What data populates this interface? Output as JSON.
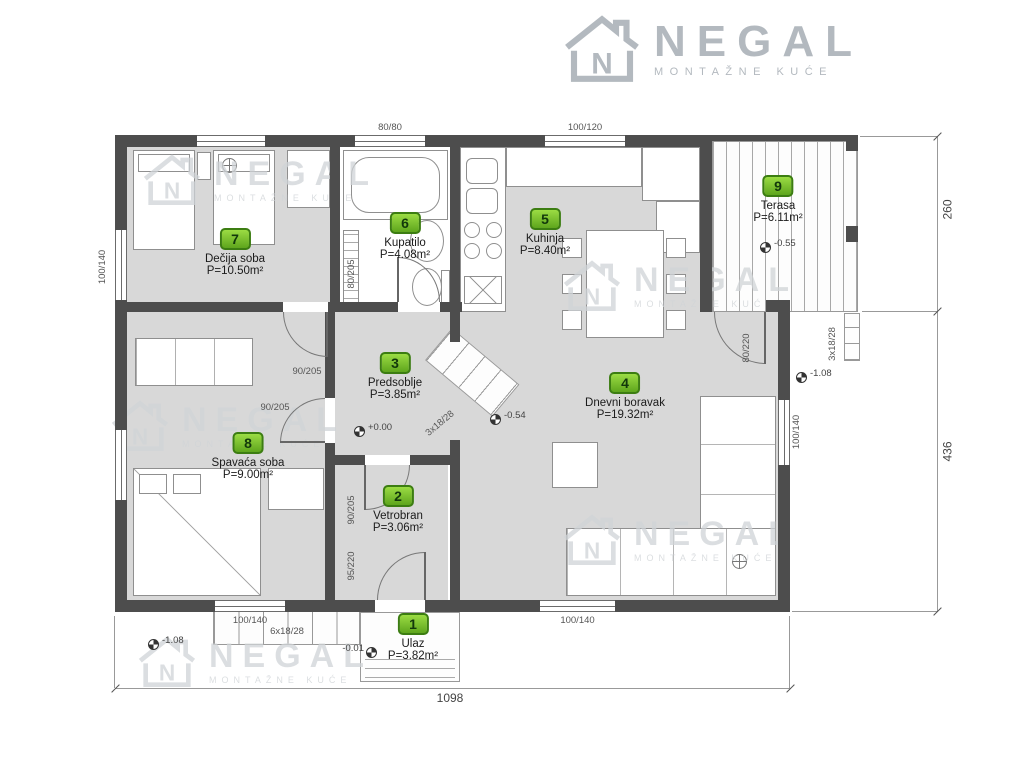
{
  "logo": {
    "brand": "NEGAL",
    "subtitle": "MONTAŽNE KUĆE",
    "icon_letter": "N"
  },
  "watermark": {
    "brand": "NEGAL",
    "subtitle": "MONTAŽNE KUĆE",
    "icon_letter": "N"
  },
  "rooms": [
    {
      "num": "1",
      "name": "Ulaz",
      "area": "P=3.82m²"
    },
    {
      "num": "2",
      "name": "Vetrobran",
      "area": "P=3.06m²"
    },
    {
      "num": "3",
      "name": "Predsoblje",
      "area": "P=3.85m²"
    },
    {
      "num": "4",
      "name": "Dnevni boravak",
      "area": "P=19.32m²"
    },
    {
      "num": "5",
      "name": "Kuhinja",
      "area": "P=8.40m²"
    },
    {
      "num": "6",
      "name": "Kupatilo",
      "area": "P=4.08m²"
    },
    {
      "num": "7",
      "name": "Dečija soba",
      "area": "P=10.50m²"
    },
    {
      "num": "8",
      "name": "Spavaća soba",
      "area": "P=9.00m²"
    },
    {
      "num": "9",
      "name": "Terasa",
      "area": "P=6.11m²"
    }
  ],
  "dims": {
    "total_width": "1098",
    "terrace_depth": "260",
    "house_depth": "436",
    "window_top_bath": "80/80",
    "window_top_kitchen": "100/120",
    "window_left": "100/140",
    "window_bottom_bedroom": "100/140",
    "window_bottom_living": "100/140",
    "window_right_living": "100/140",
    "door_children": "90/205",
    "door_bedroom": "90/205",
    "door_hall_vetrobran": "90/205",
    "door_bathroom": "80/205",
    "door_entrance": "95/220",
    "door_terrace": "80/220",
    "steps_entrance": "6x18/28",
    "steps_living": "3x18/28",
    "steps_terrace": "3x18/28"
  },
  "levels": {
    "hall": "+0.00",
    "living": "-0.54",
    "terrace": "-0.55",
    "terrace_ground": "-1.08",
    "entry_ground": "-1.08",
    "entry": "-0.01"
  }
}
